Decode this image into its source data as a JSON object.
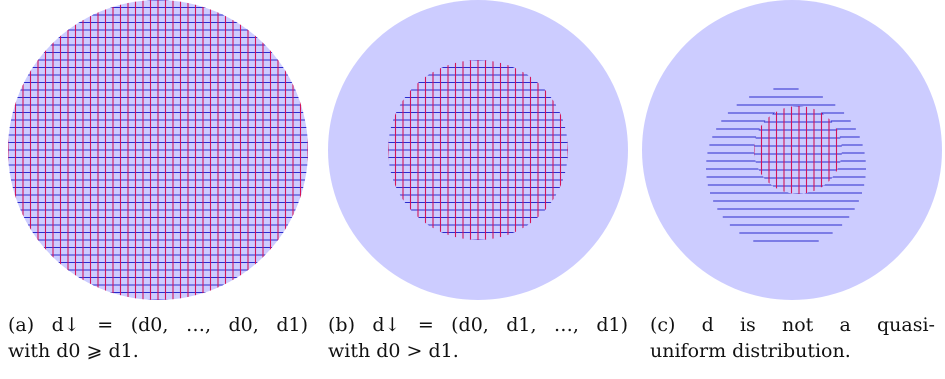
{
  "colors": {
    "outer_disk": "#ccccff",
    "grid_vertical": "#d4145a",
    "grid_horizontal": "#2b2bcc",
    "inner_fill": "#ccccff"
  },
  "panels": [
    {
      "id": "a",
      "caption_line1": "(a) d↓ = (d0, …, d0, d1)",
      "caption_line2": "with d0 ⩾ d1."
    },
    {
      "id": "b",
      "caption_line1": "(b) d↓ = (d0, d1, …, d1)",
      "caption_line2": "with d0 > d1."
    },
    {
      "id": "c",
      "caption_line1": "(c) d is not a quasi-",
      "caption_line2": "uniform distribution."
    }
  ]
}
